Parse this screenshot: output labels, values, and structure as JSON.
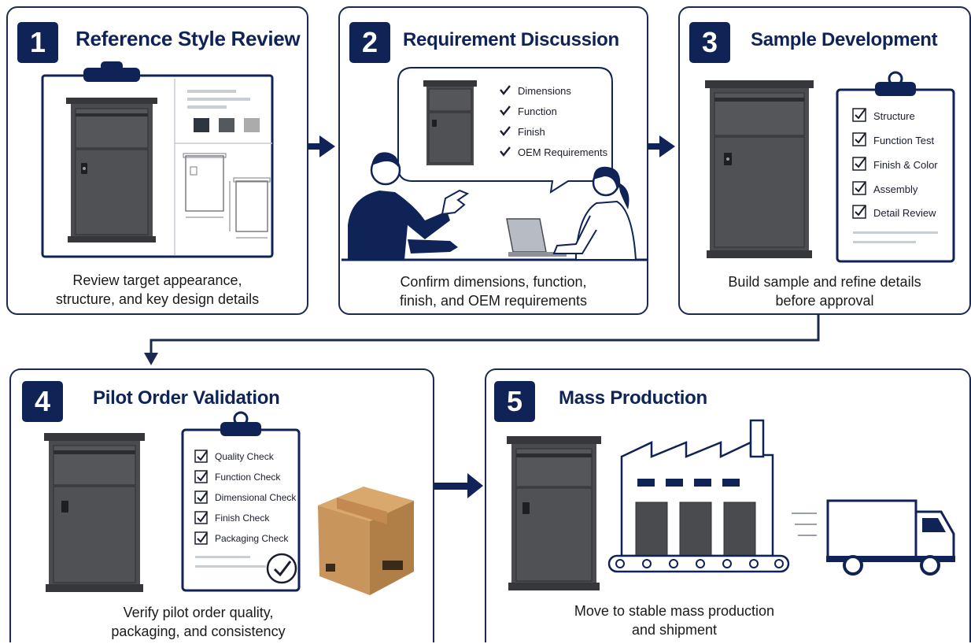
{
  "steps": [
    {
      "number": "1",
      "title": "Reference Style Review",
      "caption": [
        "Review target appearance,",
        "structure, and key design details"
      ]
    },
    {
      "number": "2",
      "title": "Requirement Discussion",
      "caption": [
        "Confirm dimensions, function,",
        "finish, and OEM requirements"
      ]
    },
    {
      "number": "3",
      "title": "Sample Development",
      "caption": [
        "Build sample and refine details",
        "before approval"
      ]
    },
    {
      "number": "4",
      "title": "Pilot Order Validation",
      "caption": [
        "Verify pilot order quality,",
        "packaging, and consistency"
      ]
    },
    {
      "number": "5",
      "title": "Mass Production",
      "caption": [
        "Move to stable mass production",
        "and shipment"
      ]
    }
  ],
  "requirements_bubble": [
    "Dimensions",
    "Function",
    "Finish",
    "OEM Requirements"
  ],
  "sample_checklist": [
    "Structure",
    "Function Test",
    "Finish & Color",
    "Assembly",
    "Detail Review"
  ],
  "pilot_checklist": [
    "Quality Check",
    "Function Check",
    "Dimensional Check",
    "Finish Check",
    "Packaging Check"
  ],
  "colors": {
    "navy": "#0f2356",
    "cabinet": "#4a4b4f",
    "cabinet_dark": "#36373a",
    "swatches": [
      "#2e3440",
      "#55585d",
      "#a9abad"
    ],
    "box": "#c8955c"
  },
  "icons": [
    "clipboard-icon",
    "check-icon",
    "speech-bubble-icon",
    "factory-icon",
    "truck-icon",
    "conveyor-icon",
    "parcel-box-icon",
    "arrow-right-icon",
    "arrow-down-icon"
  ]
}
